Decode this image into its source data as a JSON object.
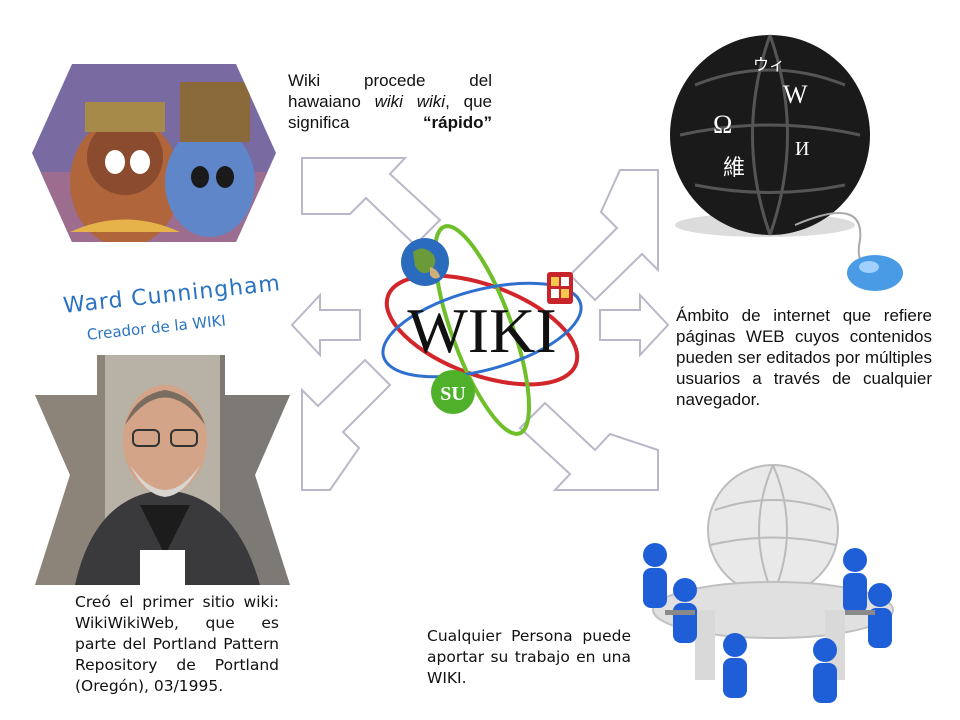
{
  "top_note": {
    "lines": [
      {
        "parts": [
          {
            "t": "Wiki procede del",
            "style": "normal"
          }
        ]
      },
      {
        "parts": [
          {
            "t": "hawaiano ",
            "style": "normal"
          },
          {
            "t": "wiki wiki",
            "style": "italic"
          },
          {
            "t": ", que",
            "style": "normal"
          }
        ]
      },
      {
        "parts": [
          {
            "t": "significa ",
            "style": "normal"
          },
          {
            "t": "“rápido”",
            "style": "bold"
          }
        ]
      }
    ]
  },
  "right_note": "Ámbito de internet que refiere páginas WEB cuyos contenidos pueden ser editados por múltiples usuarios a través de cualquier navegador.",
  "creator": {
    "name": "Ward Cunningham",
    "role": "Creador de la WIKI"
  },
  "bottom_left_note": "Creó el primer sitio wiki: WikiWikiWeb, que es parte del Portland Pattern Repository de Portland (Oregón), 03/1995.",
  "bottom_mid_note": "Cualquier Persona puede aportar su trabajo en una WIKI.",
  "center_logo": {
    "word": "WIKI",
    "badge": "SU"
  },
  "globe_glyphs": [
    "W",
    "Ω",
    "維",
    "ウィ",
    "И"
  ],
  "colors": {
    "arrow_outline": "#b9b7c8",
    "accent_blue": "#2a73c2",
    "orbit_red": "#d2262a",
    "orbit_green": "#6fbf2a",
    "orbit_blue": "#2f6fd0",
    "puzzle_globe": "#1a1a1a",
    "people_blue": "#1e5fd8"
  }
}
